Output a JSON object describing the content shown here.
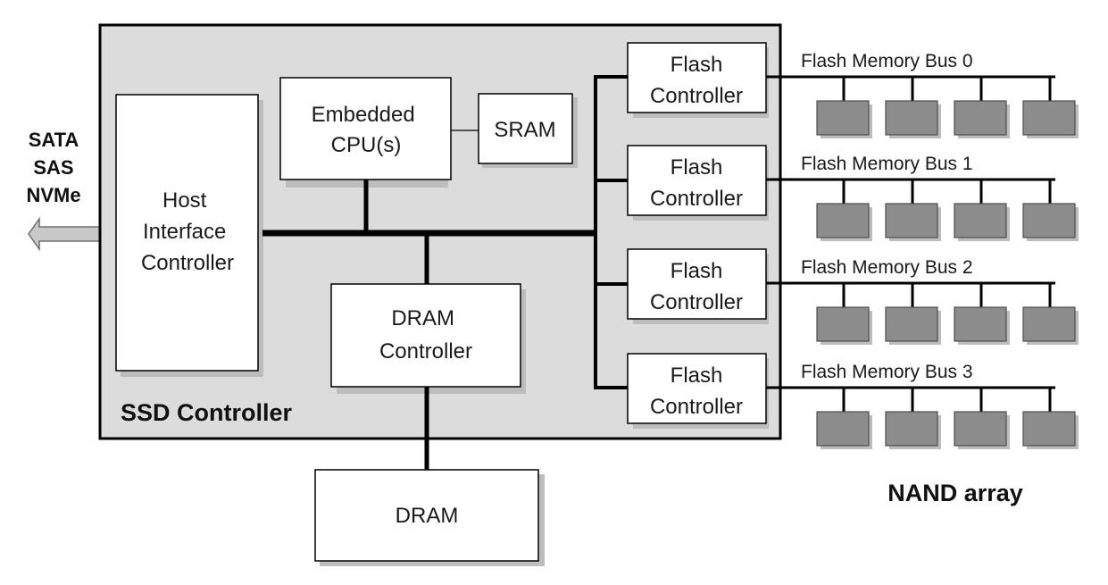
{
  "host_protocols": [
    "SATA",
    "SAS",
    "NVMe"
  ],
  "controller_label": "SSD Controller",
  "host_interface": {
    "lines": [
      "Host",
      "Interface",
      "Controller"
    ]
  },
  "cpu": {
    "lines": [
      "Embedded",
      "CPU(s)"
    ]
  },
  "sram": {
    "label": "SRAM"
  },
  "dram_controller": {
    "lines": [
      "DRAM",
      "Controller"
    ]
  },
  "dram": {
    "label": "DRAM"
  },
  "flash_controllers": [
    {
      "lines": [
        "Flash",
        "Controller"
      ],
      "bus_label": "Flash Memory Bus 0"
    },
    {
      "lines": [
        "Flash",
        "Controller"
      ],
      "bus_label": "Flash Memory Bus 1"
    },
    {
      "lines": [
        "Flash",
        "Controller"
      ],
      "bus_label": "Flash Memory Bus 2"
    },
    {
      "lines": [
        "Flash",
        "Controller"
      ],
      "bus_label": "Flash Memory Bus 3"
    }
  ],
  "nand_chips_per_bus": 4,
  "nand_array_label": "NAND array",
  "colors": {
    "controller_fill": "#dcdcdc",
    "box_fill": "#ffffff",
    "nand_fill": "#8c8c8c",
    "shadow": "#bdbdbd",
    "line": "#000000",
    "arrow_fill": "#c8c8c8"
  }
}
